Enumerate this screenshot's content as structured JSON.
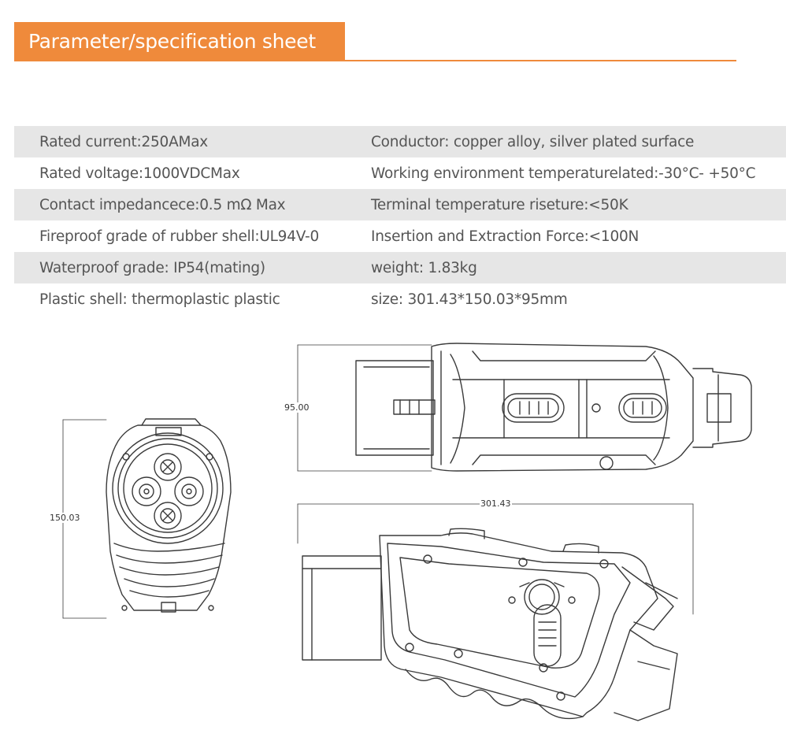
{
  "header": {
    "title": "Parameter/specification sheet"
  },
  "specs": [
    {
      "left": "Rated current:250AMax",
      "right": "Conductor: copper alloy, silver plated surface"
    },
    {
      "left": "Rated voltage:1000VDCMax",
      "right": "Working environment temperaturelated:-30°C- +50°C"
    },
    {
      "left": "Contact impedancece:0.5 mΩ Max",
      "right": "Terminal temperature riseture:<50K"
    },
    {
      "left": "Fireproof grade of rubber shell:UL94V-0",
      "right": "Insertion and Extraction Force:<100N"
    },
    {
      "left": "Waterproof grade: IP54(mating)",
      "right": "weight: 1.83kg"
    },
    {
      "left": "Plastic shell: thermoplastic plastic",
      "right": "size: 301.43*150.03*95mm"
    }
  ],
  "drawing": {
    "height_label": "95.00",
    "width_label": "301.43",
    "front_height_label": "150.03"
  }
}
